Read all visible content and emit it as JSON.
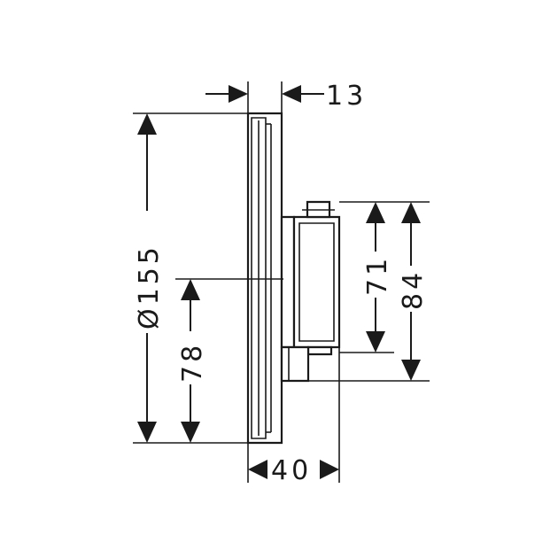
{
  "dimensions": {
    "depth_cover": "13",
    "diameter": "Ø155",
    "center_height": "78",
    "depth_total": "40",
    "body_inner": "71",
    "body_outer": "84"
  },
  "colors": {
    "line": "#1a1a1a",
    "background": "#ffffff"
  }
}
